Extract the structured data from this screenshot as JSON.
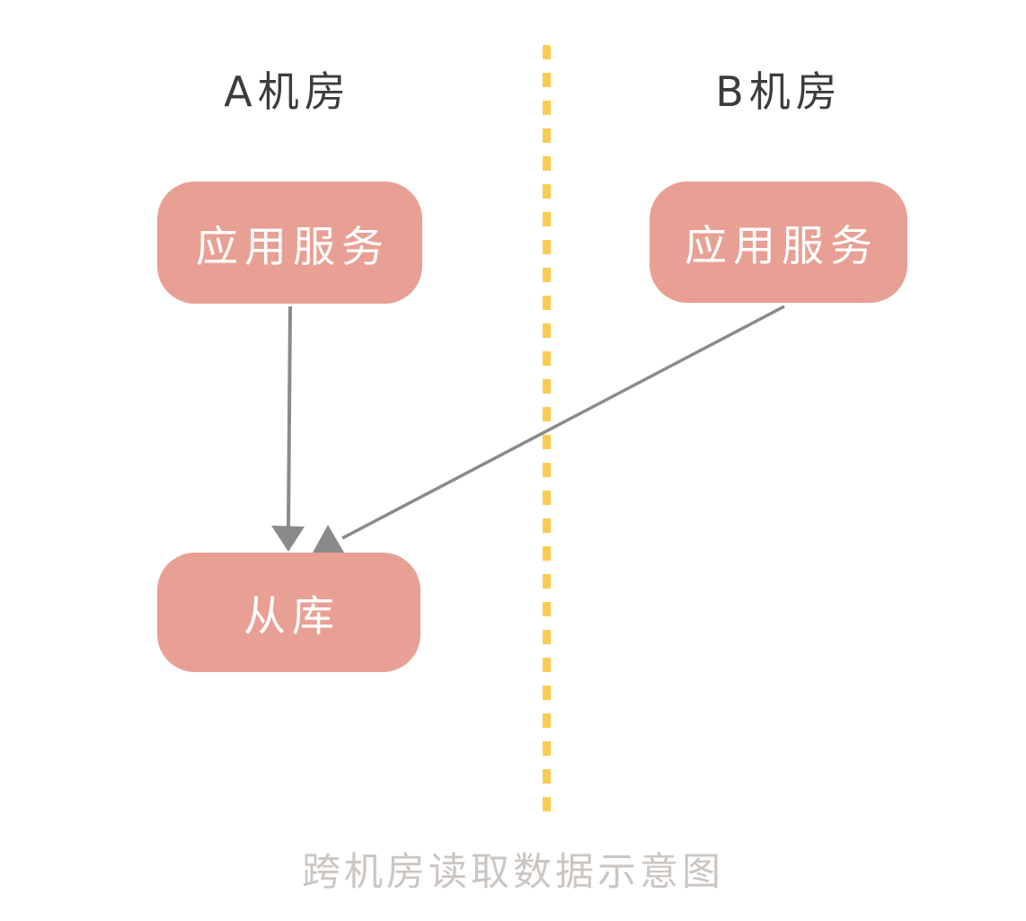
{
  "diagram": {
    "caption": "跨机房读取数据示意图",
    "zones": {
      "a": {
        "label": "A机房"
      },
      "b": {
        "label": "B机房"
      }
    },
    "nodes": {
      "app_service_a": {
        "label": "应用服务",
        "zone": "A机房"
      },
      "app_service_b": {
        "label": "应用服务",
        "zone": "B机房"
      },
      "slave_db": {
        "label": "从库",
        "zone": "A机房"
      }
    },
    "edges": [
      {
        "from": "app_service_a",
        "to": "slave_db"
      },
      {
        "from": "app_service_b",
        "to": "slave_db"
      }
    ],
    "colors": {
      "background": "#ffffff",
      "node_fill": "#E8A094",
      "node_text": "#ffffff",
      "divider": "#FACC4F",
      "connector": "#8A8A8A",
      "zone_label": "#3C3C3C",
      "caption": "#CCC6C2"
    }
  }
}
